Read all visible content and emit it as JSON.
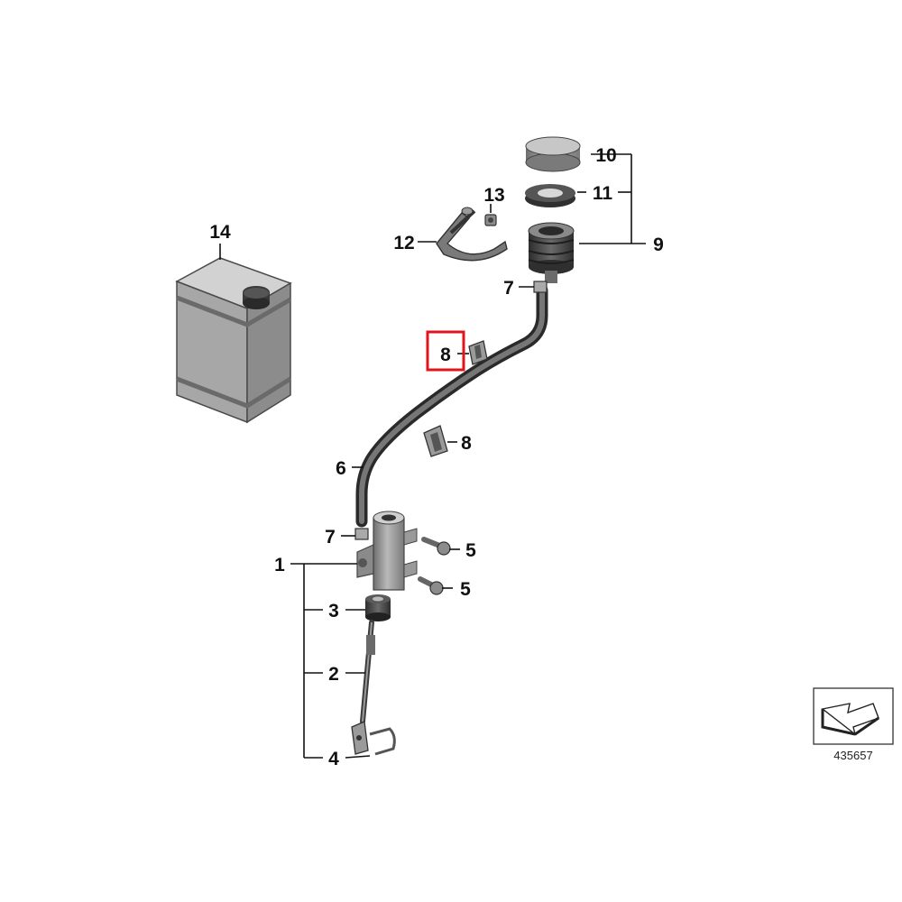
{
  "labels": {
    "l1": "1",
    "l2": "2",
    "l3": "3",
    "l4": "4",
    "l5a": "5",
    "l5b": "5",
    "l6": "6",
    "l7a": "7",
    "l7b": "7",
    "l8_highlighted": "8",
    "l8": "8",
    "l9": "9",
    "l10": "10",
    "l11": "11",
    "l12": "12",
    "l13": "13",
    "l14": "14"
  },
  "diagram_code": "435657",
  "highlight_color": "#e0161e"
}
